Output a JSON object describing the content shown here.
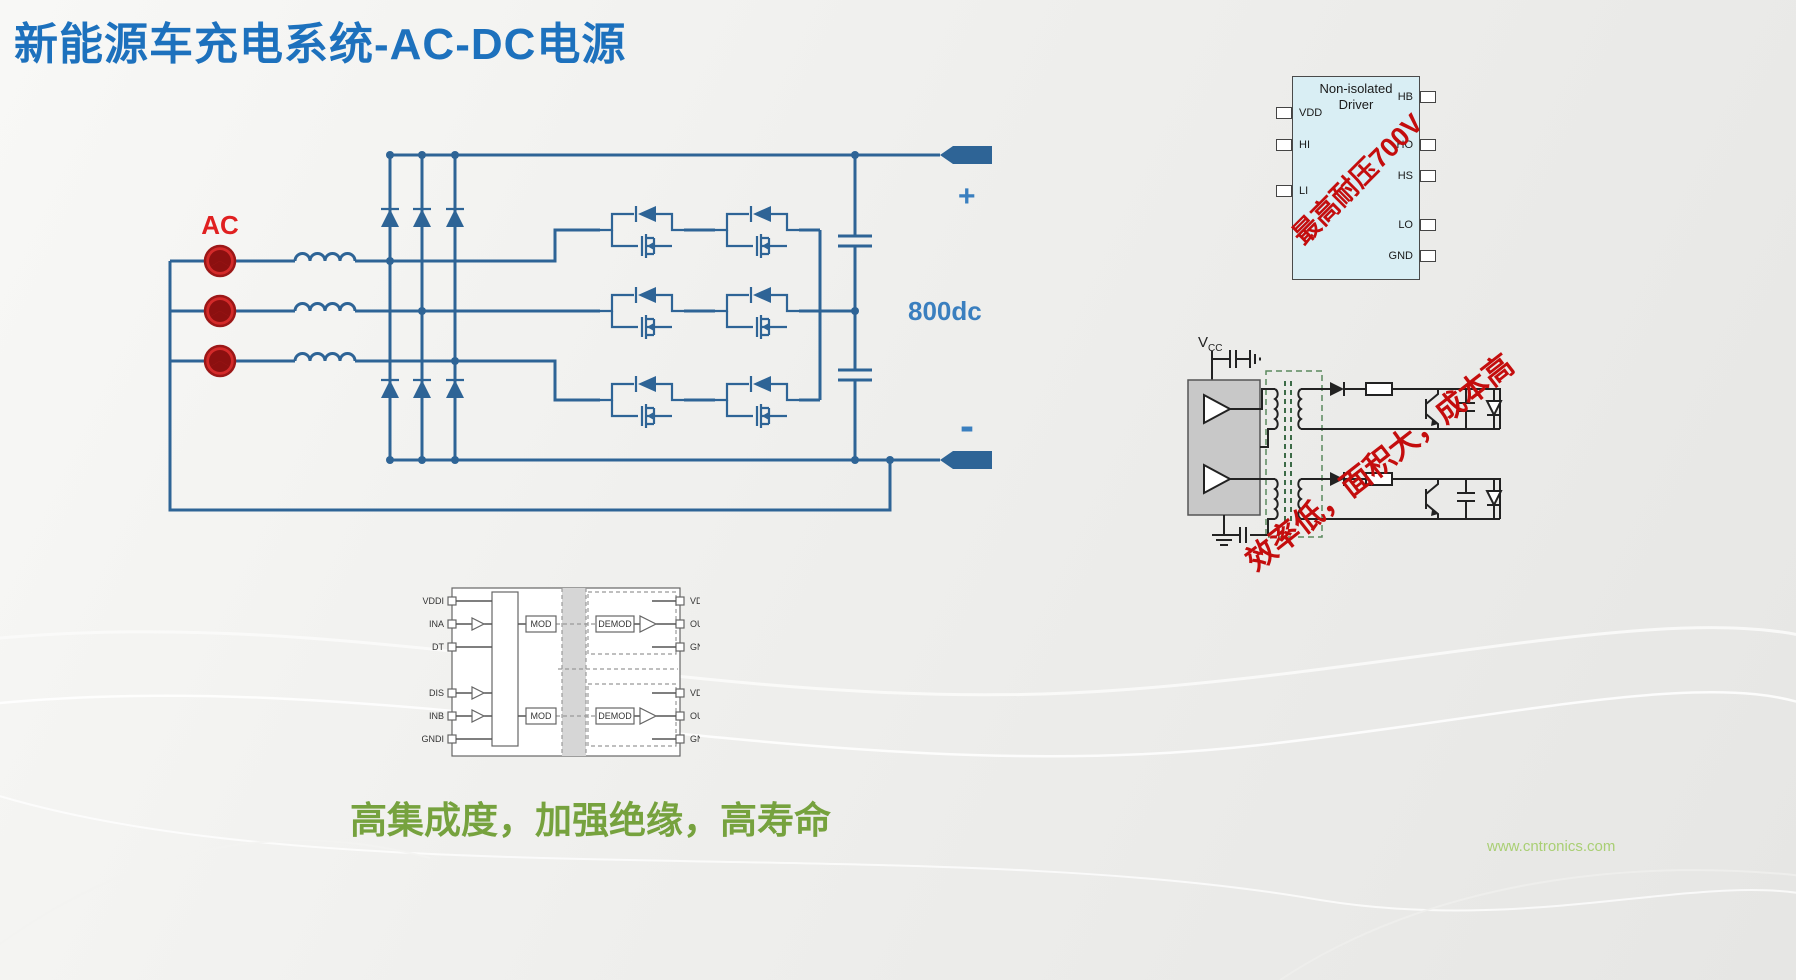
{
  "page": {
    "title": "新能源车充电系统-AC-DC电源",
    "caption": "高集成度，加强绝缘，高寿命",
    "watermark": "www.cntronics.com"
  },
  "main_circuit": {
    "ac_label": "AC",
    "plus": "+",
    "minus": "-",
    "dc_label": "800dc"
  },
  "driver_chip": {
    "title": "Non-isolated Driver",
    "left_pins": [
      "VDD",
      "HI",
      "LI"
    ],
    "right_pins": [
      "HB",
      "HO",
      "HS",
      "LO",
      "GND"
    ],
    "annotation": "最高耐压700V"
  },
  "transformer_circuit": {
    "vcc_main": "V",
    "vcc_sub": "CC",
    "annotation": "效率低，面积大，成本高"
  },
  "isolated_ic": {
    "left_pins": [
      "VDDI",
      "INA",
      "DT",
      "DIS",
      "INB",
      "GNDI"
    ],
    "right_pins": [
      "VDDA",
      "OUTA",
      "GNDA",
      "VDDB",
      "OUTB",
      "GNDB"
    ],
    "mod_label": "MOD",
    "demod_label": "DEMOD"
  },
  "colors": {
    "circuit_blue": "#2e6496",
    "title_blue": "#1d71bd",
    "accent_red": "#c40d0d",
    "caption_green": "#76a23e"
  }
}
